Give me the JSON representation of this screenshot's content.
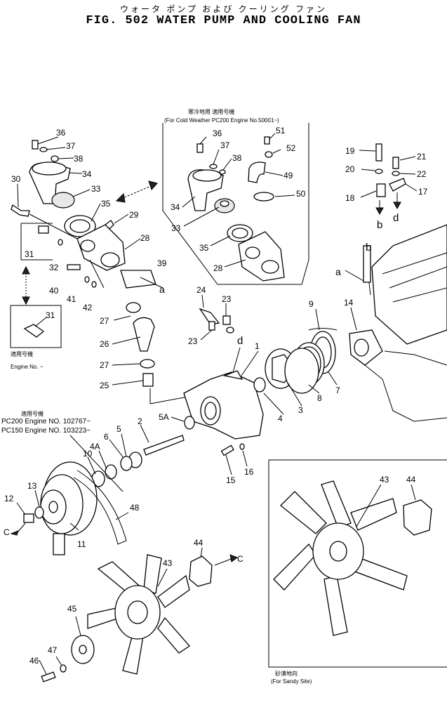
{
  "title": {
    "jp": "ウォータ ポンプ および クーリング ファン",
    "en": "FIG. 502 WATER PUMP AND COOLING FAN"
  },
  "cold_box": {
    "jp": "寒冷地用   適用号機",
    "en": "(For Cold Weather PC200 Engine No.50001~)"
  },
  "serial_box": {
    "jp": "適用号機",
    "en": "Engine No.  ~"
  },
  "engine_nos": {
    "jp": "適用号機",
    "pc200": "PC200 Engine NO. 102767~",
    "pc150": "PC150 Engine NO. 103223~"
  },
  "sandy_box": {
    "jp": "砂漠地向",
    "en": "(For Sandy Site)"
  },
  "refs": {
    "a": "a",
    "b": "b",
    "c": "C",
    "d": "d"
  },
  "labels": {
    "p1": "1",
    "p2": "2",
    "p3": "3",
    "p4": "4",
    "p4a": "4A",
    "p5": "5",
    "p5a": "5A",
    "p6": "6",
    "p7": "7",
    "p8": "8",
    "p9": "9",
    "p10": "10",
    "p11": "11",
    "p12": "12",
    "p13": "13",
    "p14": "14",
    "p15": "15",
    "p16": "16",
    "p17": "17",
    "p18": "18",
    "p19": "19",
    "p20": "20",
    "p21": "21",
    "p22": "22",
    "p23": "23",
    "p24": "24",
    "p25": "25",
    "p26": "26",
    "p27": "27",
    "p28": "28",
    "p29": "29",
    "p30": "30",
    "p31": "31",
    "p32": "32",
    "p33": "33",
    "p34": "34",
    "p35": "35",
    "p36": "36",
    "p37": "37",
    "p38": "38",
    "p39": "39",
    "p40": "40",
    "p41": "41",
    "p42": "42",
    "p43": "43",
    "p44": "44",
    "p45": "45",
    "p46": "46",
    "p47": "47",
    "p48": "48",
    "p49": "49",
    "p50": "50",
    "p51": "51",
    "p52": "52"
  }
}
